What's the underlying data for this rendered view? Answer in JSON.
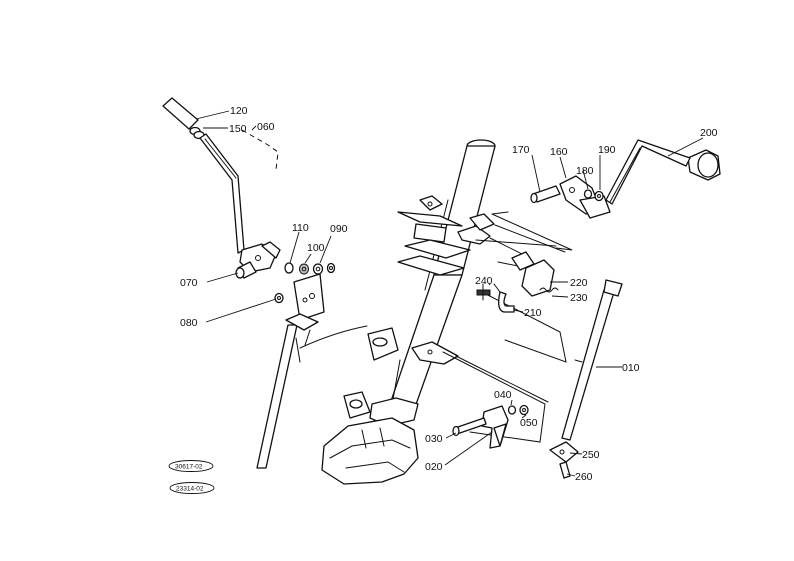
{
  "labels": {
    "p120": "120",
    "p150": "150",
    "p060": "060",
    "p110": "110",
    "p100": "100",
    "p090": "090",
    "p070": "070",
    "p080": "080",
    "p170": "170",
    "p160": "160",
    "p190": "190",
    "p180": "180",
    "p200": "200",
    "p220": "220",
    "p230": "230",
    "p240": "240",
    "p210": "210",
    "p010": "010",
    "p040": "040",
    "p050": "050",
    "p030": "030",
    "p020": "020",
    "p250": "250",
    "p260": "260"
  },
  "references": {
    "top": "30617-02",
    "bottom": "23314-02"
  }
}
